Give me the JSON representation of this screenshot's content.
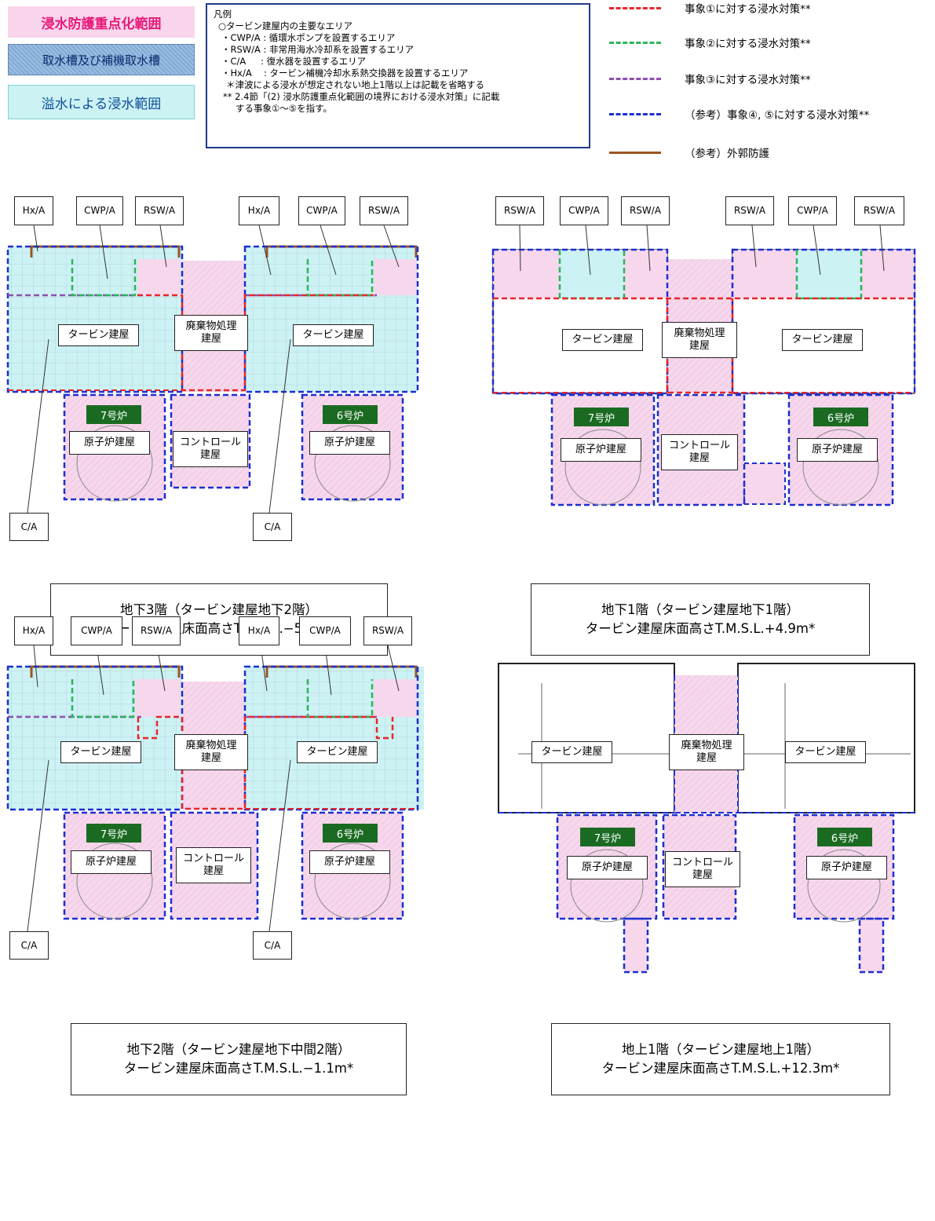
{
  "legend_swatches": {
    "flood_protection": "浸水防護重点化範囲",
    "intake": "取水槽及び補機取水槽",
    "overflow": "溢水による浸水範囲"
  },
  "legend_box": {
    "title": "凡例",
    "line1": "○タービン建屋内の主要なエリア",
    "line2": "・CWP/A : 循環水ポンプを設置するエリア",
    "line3": "・RSW/A : 非常用海水冷却系を設置するエリア",
    "line4": "・C/A 　 : 復水器を設置するエリア",
    "line5": "・Hx/A 　: タービン補機冷却水系熱交換器を設置するエリア",
    "line6": "＊津波による浸水が想定されない地上1階以上は記載を省略する",
    "line7": "** 2.4節「(2) 浸水防護重点化範囲の境界における浸水対策」に記載",
    "line8": "する事象①～⑤を指す。"
  },
  "line_legend": [
    {
      "label": "事象①に対する浸水対策**",
      "color": "#e8262a",
      "style": "dashed"
    },
    {
      "label": "事象②に対する浸水対策**",
      "color": "#2bb55a",
      "style": "dashed"
    },
    {
      "label": "事象③に対する浸水対策**",
      "color": "#8d4fb0",
      "style": "dashed"
    },
    {
      "label": "（参考）事象④, ⑤に対する浸水対策**",
      "color": "#1c2fd0",
      "style": "dashed"
    },
    {
      "label": "（参考）外郭防護",
      "color": "#9a5520",
      "style": "solid"
    }
  ],
  "colors": {
    "pink_fill": "#f6d7ec",
    "cyan_fill": "#ccf2f4",
    "intake_fill": "#7fa9d6",
    "red": "#e8262a",
    "green": "#2bb55a",
    "purple": "#8d4fb0",
    "blue": "#1c2fd0",
    "brown": "#9a5520",
    "unit_green": "#1a6b21"
  },
  "area_labels": {
    "hx": "Hx/A",
    "cwp": "CWP/A",
    "rsw": "RSW/A",
    "ca": "C/A"
  },
  "building_labels": {
    "turbine": "タービン建屋",
    "waste_l1": "廃棄物処理",
    "waste_l2": "建屋",
    "control_l1": "コントロール",
    "control_l2": "建屋",
    "reactor": "原子炉建屋",
    "unit7": "7号炉",
    "unit6": "6号炉"
  },
  "captions": {
    "b3_line1": "地下3階（タービン建屋地下2階）",
    "b3_line2": "タービン建屋床面高さT.M.S.L.−5.1m*",
    "b1_line1": "地下1階（タービン建屋地下1階）",
    "b1_line2": "タービン建屋床面高さT.M.S.L.+4.9m*",
    "b2_line1": "地下2階（タービン建屋地下中間2階）",
    "b2_line2": "タービン建屋床面高さT.M.S.L.−1.1m*",
    "g1_line1": "地上1階（タービン建屋地上1階）",
    "g1_line2": "タービン建屋床面高さT.M.S.L.+12.3m*"
  }
}
